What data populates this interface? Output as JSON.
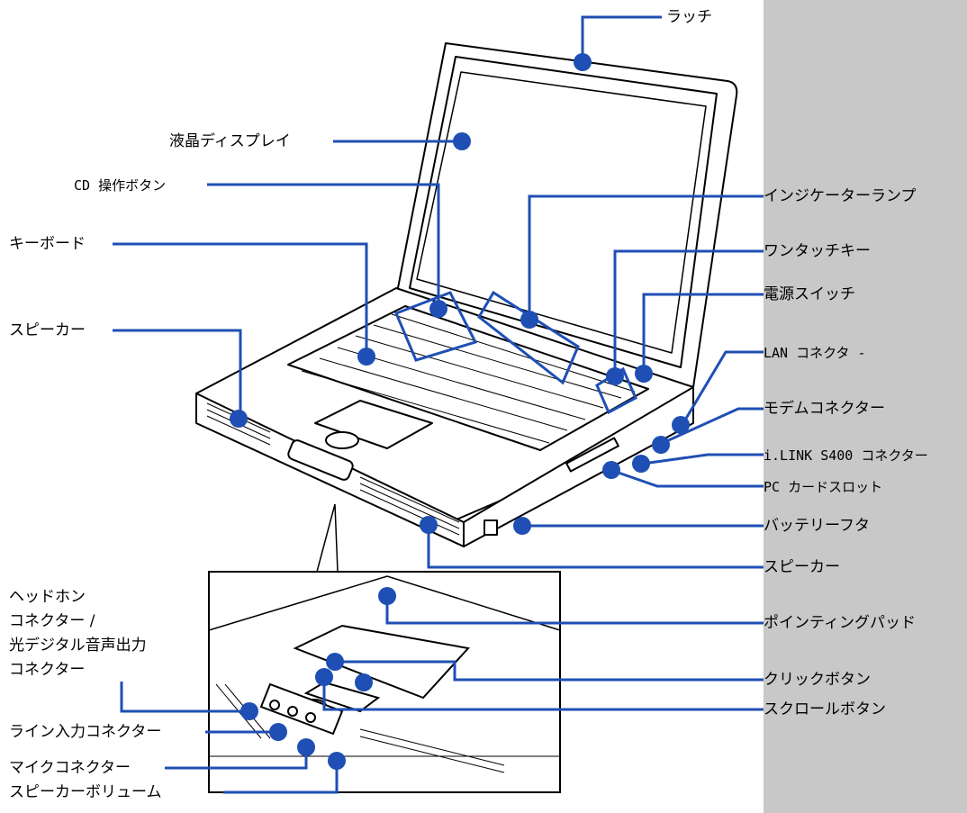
{
  "colors": {
    "leader": "#1f4fb4",
    "panel": "#c8c8c8",
    "outline": "#000000"
  },
  "labels": {
    "latch": "ラッチ",
    "lcd": "液晶ディスプレイ",
    "cd_buttons": "CD 操作ボタン",
    "keyboard": "キーボード",
    "speaker_left": "スピーカー",
    "indicator": "インジケーターランプ",
    "one_touch": "ワンタッチキー",
    "power": "電源スイッチ",
    "lan": "LAN コネクタ -",
    "modem": "モデムコネクター",
    "ilink": "i.LINK S400 コネクター",
    "pc_card": "PC カードスロット",
    "battery": "バッテリーフタ",
    "speaker_right": "スピーカー",
    "pointing_pad": "ポインティングパッド",
    "click": "クリックボタン",
    "scroll": "スクロールボタン",
    "headphone": "ヘッドホン\nコネクター /\n光デジタル音声出力\nコネクター",
    "line_in": "ライン入力コネクター",
    "mic": "マイクコネクター",
    "volume": "スピーカーボリューム"
  }
}
